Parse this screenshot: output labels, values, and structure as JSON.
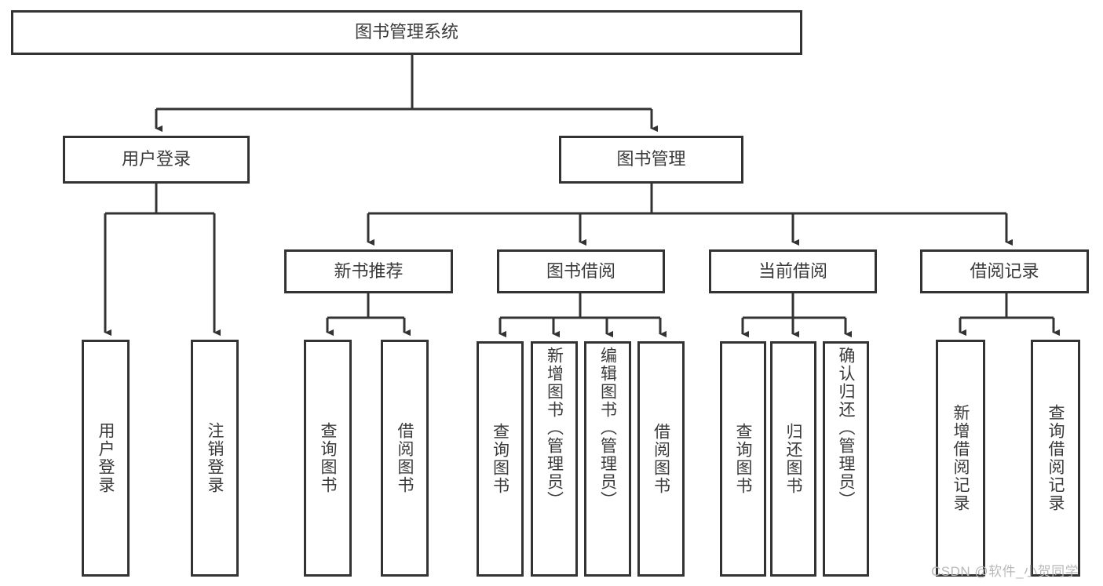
{
  "diagram": {
    "title": "图书管理系统",
    "type": "功能结构图",
    "root": {
      "id": "root",
      "label": "图书管理系统"
    },
    "level1": [
      {
        "id": "user-login",
        "label": "用户登录"
      },
      {
        "id": "book-manage",
        "label": "图书管理"
      }
    ],
    "level2": [
      {
        "id": "new-book-recommend",
        "label": "新书推荐",
        "parent": "book-manage"
      },
      {
        "id": "book-borrow",
        "label": "图书借阅",
        "parent": "book-manage"
      },
      {
        "id": "current-borrow",
        "label": "当前借阅",
        "parent": "book-manage"
      },
      {
        "id": "borrow-record",
        "label": "借阅记录",
        "parent": "book-manage"
      }
    ],
    "leaves": {
      "user_login": [
        {
          "id": "leaf-user-login",
          "label": "用户登录"
        },
        {
          "id": "leaf-user-logout",
          "label": "注销登录"
        }
      ],
      "new_book_recommend": [
        {
          "id": "leaf-query-book-1",
          "label": "查询图书"
        },
        {
          "id": "leaf-borrow-book-1",
          "label": "借阅图书"
        }
      ],
      "book_borrow": [
        {
          "id": "leaf-query-book-2",
          "label": "查询图书"
        },
        {
          "id": "leaf-add-book",
          "label": "新增图书（管理员）"
        },
        {
          "id": "leaf-edit-book",
          "label": "编辑图书（管理员）"
        },
        {
          "id": "leaf-borrow-book-2",
          "label": "借阅图书"
        }
      ],
      "current_borrow": [
        {
          "id": "leaf-query-book-3",
          "label": "查询图书"
        },
        {
          "id": "leaf-return-book",
          "label": "归还图书"
        },
        {
          "id": "leaf-confirm-return",
          "label": "确认归还（管理员）"
        }
      ],
      "borrow_record": [
        {
          "id": "leaf-add-record",
          "label": "新增借阅记录"
        },
        {
          "id": "leaf-query-record",
          "label": "查询借阅记录"
        }
      ]
    },
    "watermark": "CSDN @软件_小贺同学",
    "colors": {
      "stroke": "#333333",
      "text": "#3a3a3a",
      "background": "#ffffff",
      "watermark": "#b9b9b9"
    }
  }
}
